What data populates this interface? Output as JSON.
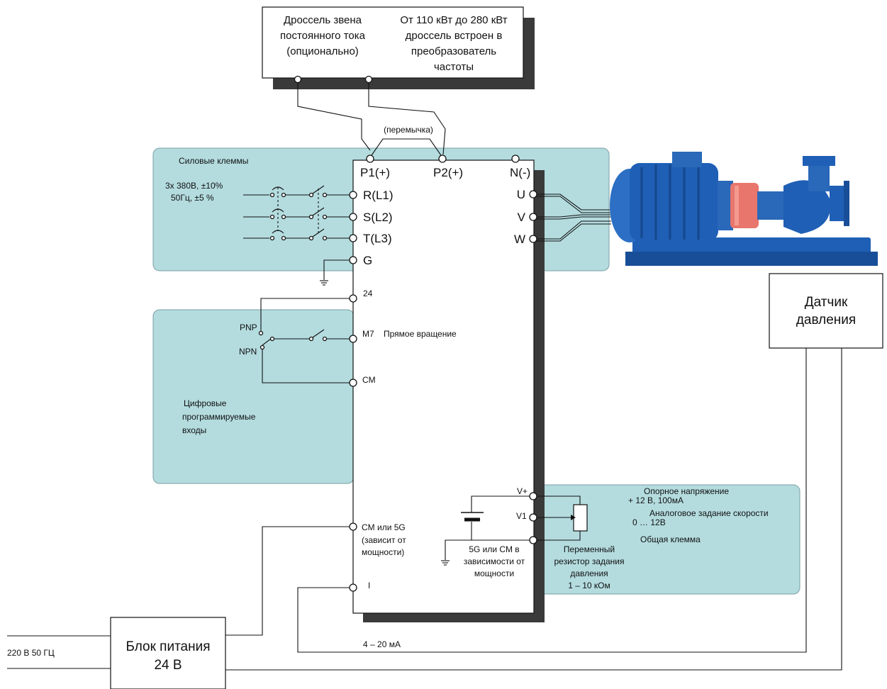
{
  "choke": {
    "left_lines": [
      "Дроссель звена",
      "постоянного тока",
      "(опционально)"
    ],
    "right_lines": [
      "От 110 кВт до 280 кВт",
      "дроссель встроен в",
      "преобразователь",
      "частоты"
    ]
  },
  "jumper_label": "(перемычка)",
  "top_terminals": {
    "p1": "P1(+)",
    "p2": "P2(+)",
    "n": "N(-)"
  },
  "power": {
    "title": "Силовые клеммы",
    "supply_lines": [
      "3х 380В, ±10%",
      "50Гц, ±5 %"
    ],
    "inputs": [
      "R(L1)",
      "S(L2)",
      "T(L3)"
    ],
    "ground": "G",
    "outputs": [
      "U",
      "V",
      "W"
    ]
  },
  "digital": {
    "title_lines": [
      "Цифровые",
      "программируемые",
      "входы"
    ],
    "t24": "24",
    "m7": "M7",
    "m7_desc": "Прямое вращение",
    "cm": "CM",
    "pnp": "PNP",
    "npn": "NPN"
  },
  "analog": {
    "cm5g_lines": [
      "CM или 5G",
      "(зависит от",
      "мощности)"
    ],
    "i_terminal": "I",
    "current_range": "4 – 20 мА",
    "vplus": "V+",
    "v1": "V1",
    "bottom_lines": [
      "5G или СМ в",
      "зависимости от",
      "мощности"
    ],
    "ref_voltage_lines": [
      "Опорное напряжение",
      "+ 12 В,  100мА"
    ],
    "speed_lines": [
      "Аналоговое задание скорости",
      "0 … 12В"
    ],
    "common": "Общая клемма",
    "resistor_lines": [
      "Переменный",
      "резистор задания",
      "давления",
      "1 – 10 кОм"
    ]
  },
  "sensor_lines": [
    "Датчик",
    "давления"
  ],
  "psu_lines": [
    "Блок питания",
    "24 В"
  ],
  "mains": "220 В 50 ГЦ",
  "colors": {
    "panel": "#b4dcdf",
    "shadow": "#3a3a3a",
    "motor_blue": "#1f5fb5",
    "coupling_red": "#e8766c"
  },
  "icons": [
    "ground-icon",
    "battery-icon",
    "switch-icon",
    "potentiometer-icon",
    "pump-motor-icon"
  ]
}
